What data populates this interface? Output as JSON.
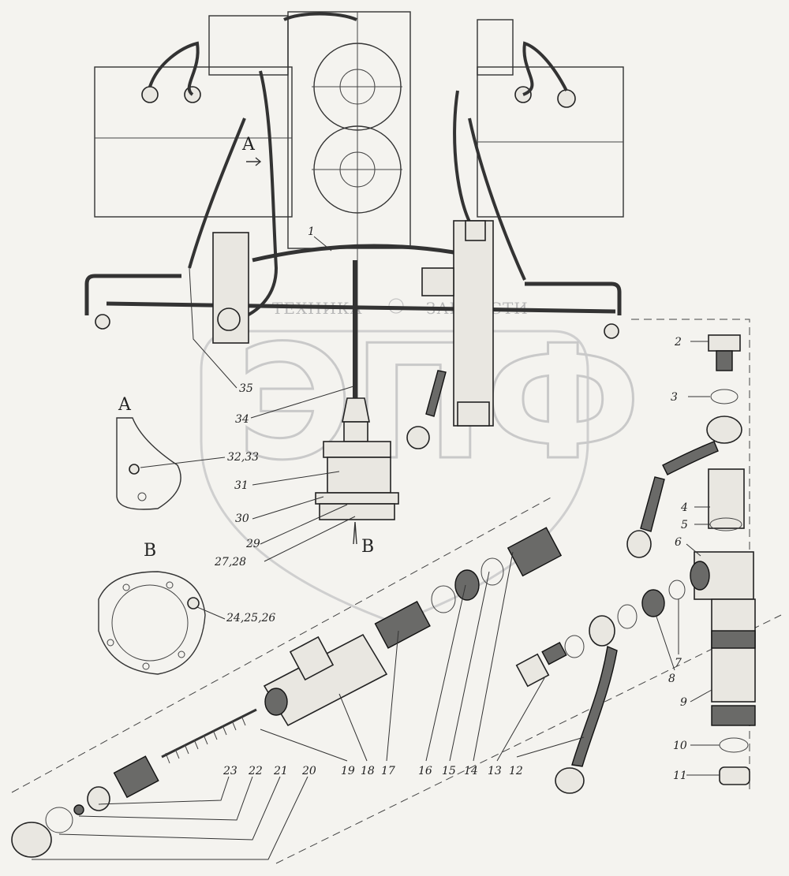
{
  "view_labels": {
    "arrow_a": "A",
    "arrow_b": "B",
    "inset_a": "A",
    "inset_b": "B"
  },
  "watermark": {
    "letters": "ЭПФ",
    "left_text": "ТЕХНИКА",
    "right_text": "ЗАПЧАСТИ"
  },
  "callouts": {
    "c1": "1",
    "c2": "2",
    "c3": "3",
    "c4": "4",
    "c5": "5",
    "c6": "6",
    "c7": "7",
    "c8": "8",
    "c9": "9",
    "c10": "10",
    "c11": "11",
    "c12": "12",
    "c13": "13",
    "c14": "14",
    "c15": "15",
    "c16": "16",
    "c17": "17",
    "c18": "18",
    "c19": "19",
    "c20": "20",
    "c21": "21",
    "c22": "22",
    "c23": "23",
    "c24_26": "24,25,26",
    "c27_28": "27,28",
    "c29": "29",
    "c30": "30",
    "c31": "31",
    "c32_33": "32,33",
    "c34": "34",
    "c35": "35"
  }
}
